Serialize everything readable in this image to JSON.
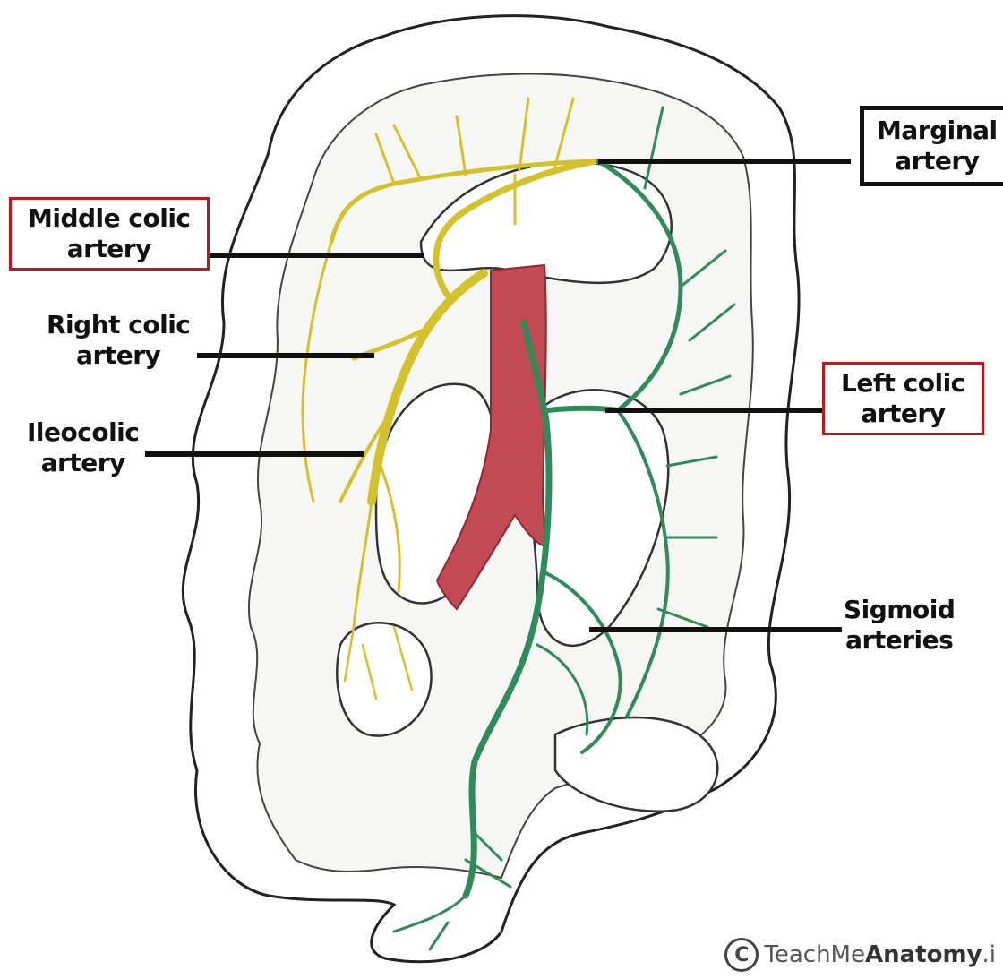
{
  "labels": {
    "marginal": [
      "Marginal",
      "artery"
    ],
    "middle_colic": [
      "Middle colic",
      "artery"
    ],
    "right_colic": [
      "Right colic",
      "artery"
    ],
    "ileocolic": [
      "Ileocolic",
      "artery"
    ],
    "left_colic": [
      "Left colic",
      "artery"
    ],
    "sigmoid": [
      "Sigmoid",
      "arteries"
    ]
  },
  "watermark": {
    "symbol": "C",
    "brand_light": "TeachMe",
    "brand_bold": "Anatomy",
    "suffix": ".i"
  },
  "colors": {
    "superior_mesenteric": "#d4c22a",
    "inferior_mesenteric": "#2e8b5a",
    "aorta": "#c24a55",
    "highlight_box": "#c0161c",
    "outline": "#222222"
  }
}
